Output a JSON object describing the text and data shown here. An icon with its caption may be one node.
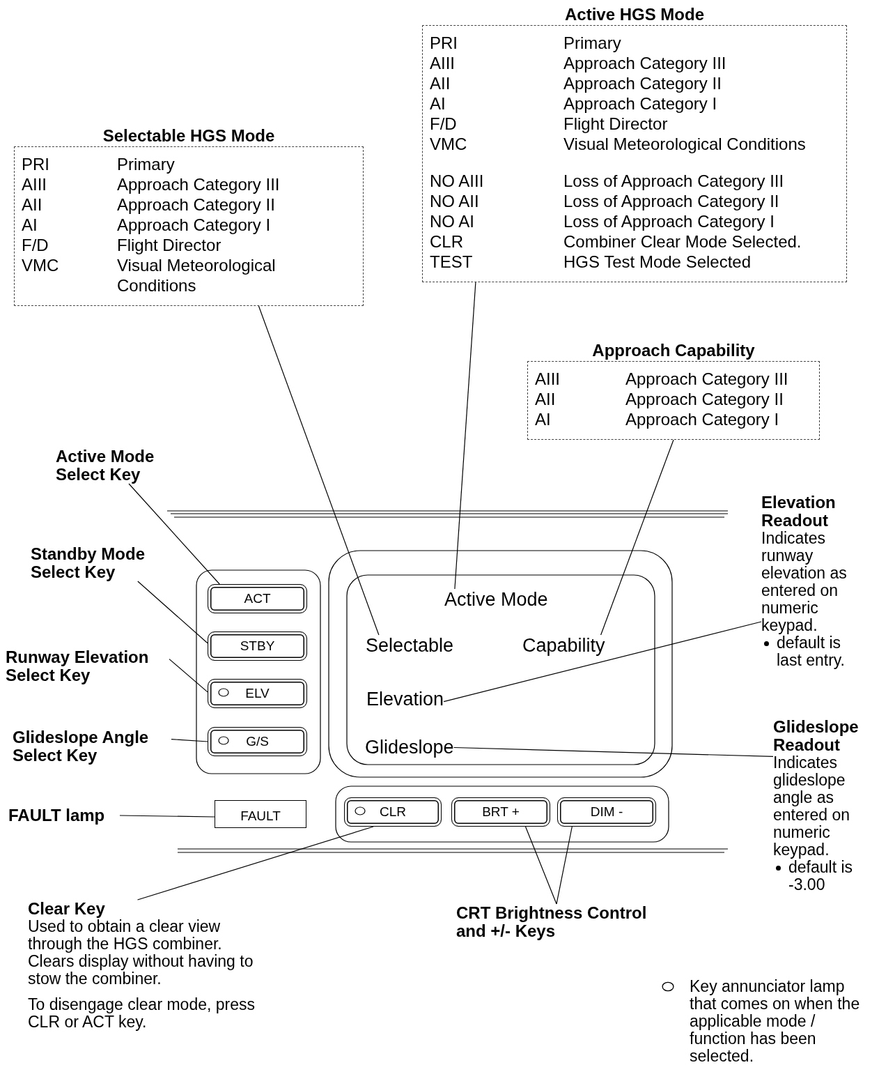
{
  "diagram": {
    "nodes": [
      {
        "text": [
          "Selectable HGS Mode",
          "PRI",
          "Primary",
          "AIII",
          "Approach Category III",
          "AII",
          "Approach Category II",
          "AI",
          "Approach Category I",
          "F/D",
          "Flight Director",
          "VMC",
          "Visual Meteorological Conditions"
        ]
      },
      {
        "text": [
          "Active HGS Mode",
          "PRI",
          "Primary",
          "AIII",
          "Approach Category III",
          "AII",
          "Approach Category II",
          "AI",
          "Approach Category I",
          "F/D",
          "Flight Director",
          "VMC",
          "Visual Meteorological Conditions",
          "NO AIII",
          "Loss of Approach Category III",
          "NO AII",
          "Loss of Approach Category II",
          "NO AI",
          "Loss of Approach Category I",
          "CLR",
          "Combiner Clear Mode Selected.",
          "TEST",
          "HGS Test Mode Selected"
        ]
      },
      {
        "text": [
          "Approach Capability",
          "AIII",
          "Approach Category III",
          "AII",
          "Approach Category II",
          "AI",
          "Approach Category I"
        ]
      },
      {
        "text": [
          "Active Mode Select Key"
        ]
      },
      {
        "text": [
          "Standby Mode Select Key"
        ]
      },
      {
        "text": [
          "Runway Elevation Select Key"
        ]
      },
      {
        "text": [
          "Glideslope Angle Select Key"
        ]
      },
      {
        "text": [
          "FAULT lamp"
        ]
      },
      {
        "text": [
          "Clear Key",
          "Used to obtain a clear view through the HGS combiner. Clears display without having to stow the combiner.",
          "To disengage clear mode, press CLR or ACT key."
        ]
      },
      {
        "text": [
          "CRT Brightness Control and +/- Keys"
        ]
      },
      {
        "text": [
          "Elevation Readout",
          "Indicates runway elevation as entered on numeric keypad.",
          "default is last entry."
        ]
      },
      {
        "text": [
          "Glideslope Readout",
          "Indicates glideslope angle as entered on numeric keypad.",
          "default is -3.00"
        ]
      },
      {
        "text": [
          "ACT"
        ]
      },
      {
        "text": [
          "STBY"
        ]
      },
      {
        "text": [
          "ELV"
        ]
      },
      {
        "text": [
          "G/S"
        ]
      },
      {
        "text": [
          "FAULT"
        ]
      },
      {
        "text": [
          "CLR"
        ]
      },
      {
        "text": [
          "BRT +"
        ]
      },
      {
        "text": [
          "DIM -"
        ]
      },
      {
        "text": [
          "Active Mode"
        ]
      },
      {
        "text": [
          "Selectable"
        ]
      },
      {
        "text": [
          "Capability"
        ]
      },
      {
        "text": [
          "Elevation"
        ]
      },
      {
        "text": [
          "Glideslope"
        ]
      }
    ],
    "edges": [
      {
        "from": 0,
        "to": 21,
        "arrow": "none"
      },
      {
        "from": 1,
        "to": 20,
        "arrow": "none"
      },
      {
        "from": 2,
        "to": 22,
        "arrow": "none"
      },
      {
        "from": 3,
        "to": 12,
        "arrow": "none"
      },
      {
        "from": 4,
        "to": 13,
        "arrow": "none"
      },
      {
        "from": 5,
        "to": 14,
        "arrow": "none"
      },
      {
        "from": 6,
        "to": 15,
        "arrow": "none"
      },
      {
        "from": 7,
        "to": 16,
        "arrow": "none"
      },
      {
        "from": 8,
        "to": 17,
        "arrow": "none"
      },
      {
        "from": 9,
        "to": 18,
        "arrow": "none"
      },
      {
        "from": 9,
        "to": 19,
        "arrow": "none"
      },
      {
        "from": 10,
        "to": 23,
        "arrow": "none"
      },
      {
        "from": 11,
        "to": 24,
        "arrow": "none"
      }
    ],
    "legend": [
      {
        "text": "Key annunciator lamp that comes on when the applicable mode / function has been selected."
      }
    ]
  }
}
